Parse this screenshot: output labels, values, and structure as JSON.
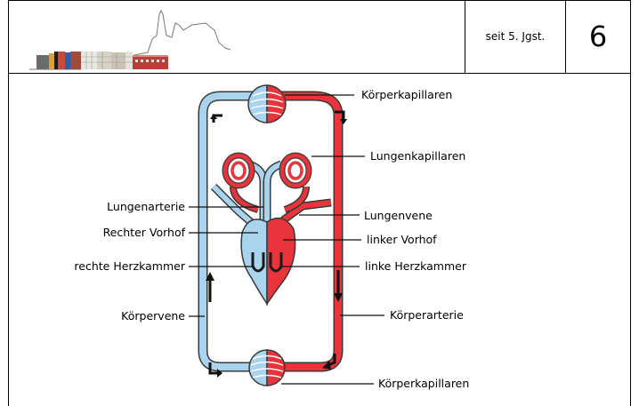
{
  "header": {
    "since_text": "seit 5. Jgst.",
    "grade_number": "6"
  },
  "labels": {
    "koerperkapillaren_top": "Körperkapillaren",
    "lungenkapillaren": "Lungenkapillaren",
    "lungenarterie": "Lungenarterie",
    "rechter_vorhof": "Rechter Vorhof",
    "rechte_herzkammer": "rechte Herzkammer",
    "koerpervene": "Körpervene",
    "lungenvene": "Lungenvene",
    "linker_vorhof": "linker Vorhof",
    "linke_herzkammer": "linke Herzkammer",
    "koerperarterie": "Körperarterie",
    "koerperkapillaren_bottom": "Körperkapillaren"
  },
  "colors": {
    "deoxygenated": "#a9d4ee",
    "oxygenated": "#e8343a",
    "outline": "#3a3a3a"
  }
}
